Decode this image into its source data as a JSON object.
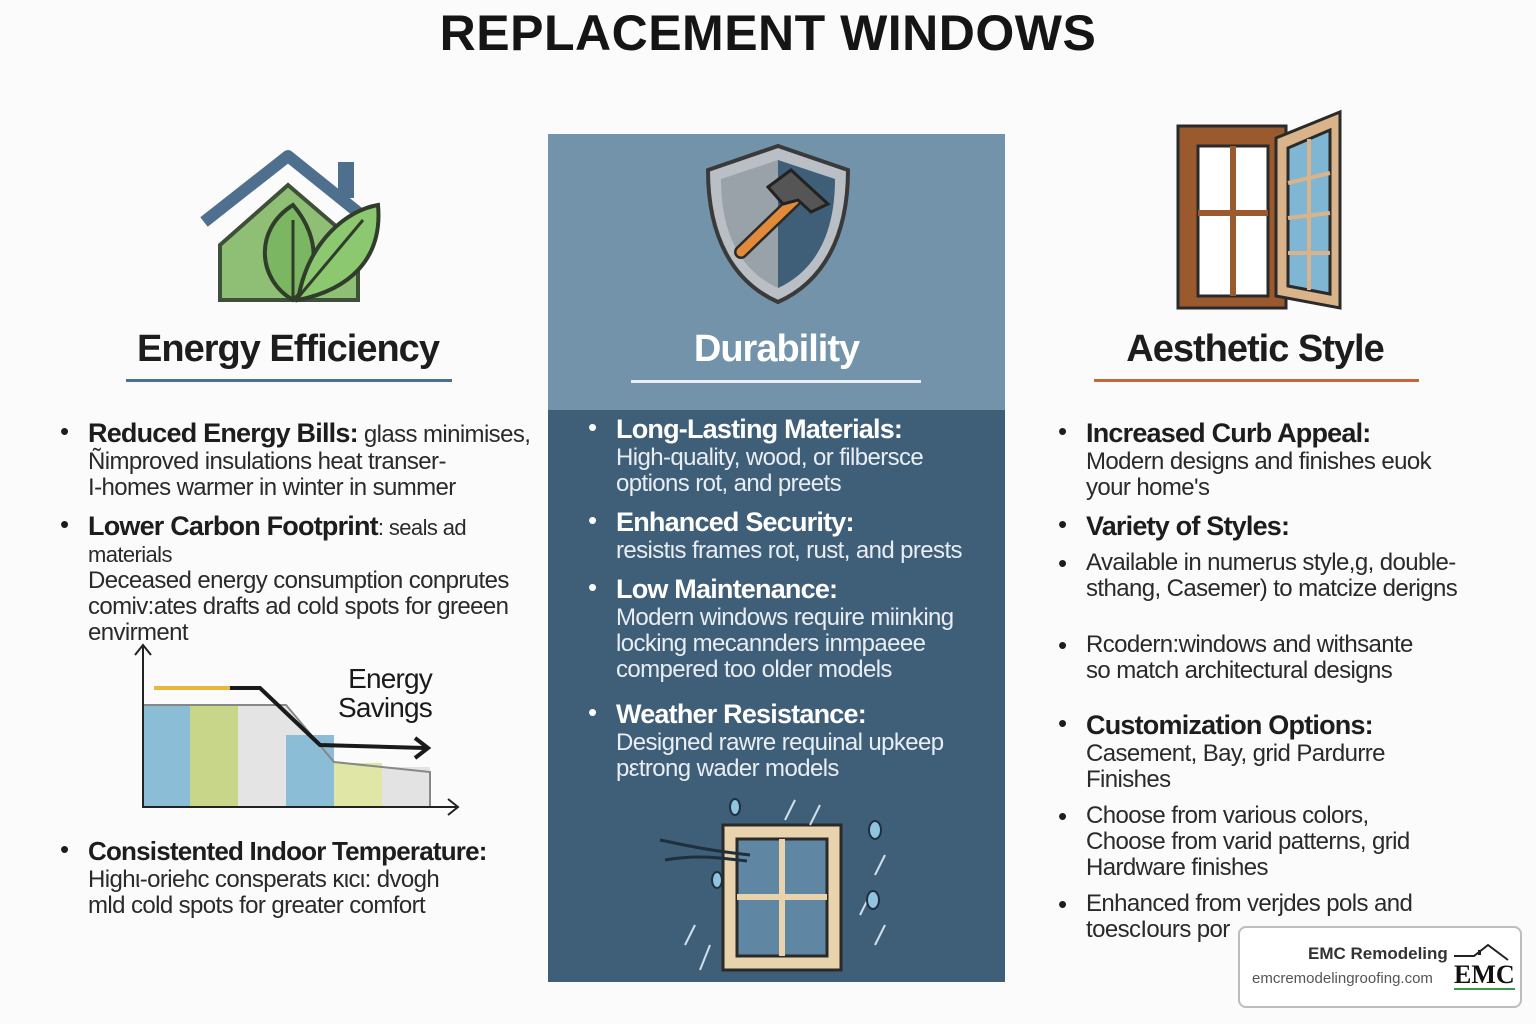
{
  "title": "REPLACEMENT WINDOWS",
  "colors": {
    "panel_dark": "#3f5e78",
    "panel_light": "#7393aa",
    "energy_rule": "#4d6f8e",
    "aesthetic_rule": "#c8653a"
  },
  "columns": [
    {
      "heading": "Energy Efficiency",
      "icon": "house-leaf-icon",
      "items": [
        {
          "label": "Reduced Energy Bills:",
          "inline": " glass minimises,",
          "desc": "Ñimproved  insulations heat transer-\nI-homes warmer in winter in summer"
        },
        {
          "label": "Lower Carbon Footprint",
          "inline": ": seals ad materials",
          "desc": "Deceased energy consumption conprutes\ncomiv:ates drafts ad cold spots for greeen\nenvirment"
        },
        {
          "label": "Consistented Indoor Temperature:",
          "inline": "",
          "desc": "Highι-oriehc consperats κιcι: dvogh\nmld cold spots for greater comfort"
        }
      ],
      "chart_label": "Energy\nSavings"
    },
    {
      "heading": "Durability",
      "icon": "shield-hammer-icon",
      "items": [
        {
          "label": "Long-Lasting Materials:",
          "desc": "High-quality, wood, or filbersce\noptions rot, and preets"
        },
        {
          "label": "Enhanced Security:",
          "desc": "resistιs frames rot, rust, and prests"
        },
        {
          "label": "Low Maintenance:",
          "desc": "Modern windows require miinking\nlocking mecannders inmpaeee\ncompered too older models"
        },
        {
          "label": "Weather Resistance:",
          "desc": "Designed rawre requinal upkeep\npεtrong wader models"
        }
      ],
      "bottom_icon": "window-rain-icon"
    },
    {
      "heading": "Aesthetic Style",
      "icon": "open-window-icon",
      "items": [
        {
          "label": "Increased Curb Appeal:",
          "desc": "Modern designs and finishes euok\nyour home's"
        },
        {
          "label": "Variety of Styles:",
          "desc": ""
        },
        {
          "label": "",
          "desc": "Available in numerus style,g, double-\nsthang, Casemer) to matcize derigns"
        },
        {
          "label": "",
          "desc": "Rcodern:windows and withsante\nso match architectural designs"
        },
        {
          "label": "Customization Options:",
          "desc": "Casement, Bay, grid Pardurre\nFinishes"
        },
        {
          "label": "",
          "desc": "Choose from various colors,\nChoose from varid patterns, grid\nHardware finishes"
        },
        {
          "label": "",
          "desc": "Enhanced from verjdes pols and\ntoescIours por"
        }
      ]
    }
  ],
  "badge": {
    "name": "EMC Remodeling",
    "url": "emcremodelingroofing.com",
    "logo": "EMC"
  }
}
